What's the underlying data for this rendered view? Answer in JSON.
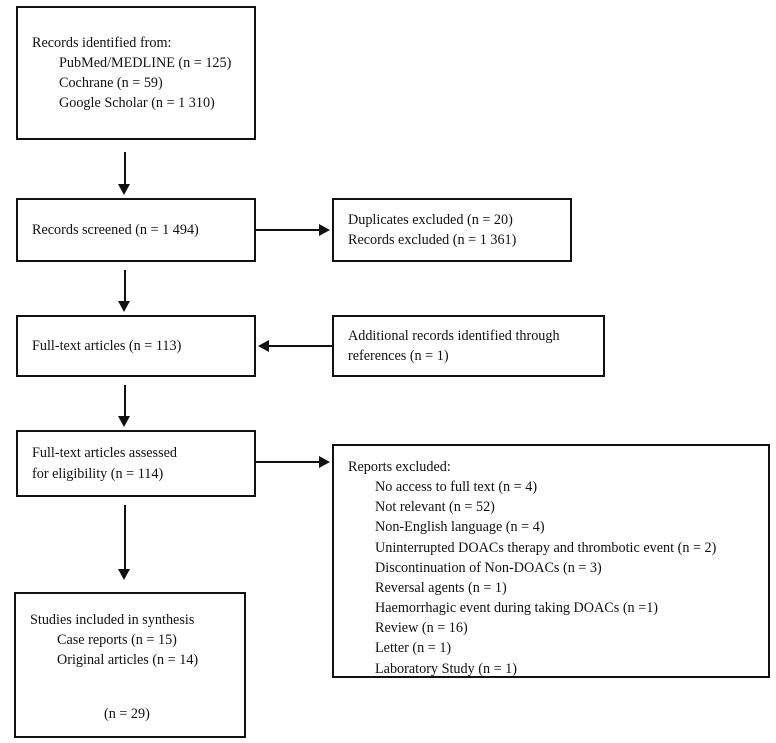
{
  "diagram": {
    "title": "PRISMA study selection flow diagram",
    "accent_color": "#111111",
    "background_color": "#ffffff",
    "text_color": "#101010"
  },
  "boxes": {
    "identification": {
      "name": "records-identified",
      "lines": [
        "Records identified from:",
        "PubMed/MEDLINE (n = 125)",
        "Cochrane (n = 59)",
        "Google Scholar (n = 1 310)"
      ]
    },
    "screened": {
      "name": "records-screened",
      "lines": [
        "Records screened (n = 1 494)"
      ]
    },
    "excluded_screening": {
      "name": "records-excluded",
      "lines": [
        "Duplicates excluded (n = 20)",
        "Records excluded (n = 1 361)"
      ]
    },
    "fulltext": {
      "name": "full-text-articles",
      "lines": [
        "Full-text articles (n = 113)"
      ]
    },
    "additional": {
      "name": "additional-records",
      "lines": [
        "Additional records identified through",
        "references (n = 1)"
      ]
    },
    "eligibility": {
      "name": "full-text-assessed",
      "lines": [
        "Full-text articles assessed",
        "for eligibility (n = 114)"
      ]
    },
    "reports_excluded": {
      "name": "reports-excluded",
      "heading": "Reports excluded:",
      "items": [
        "No access to full text (n = 4)",
        "Not relevant (n = 52)",
        "Non-English language (n = 4)",
        "Uninterrupted DOACs therapy and thrombotic event (n = 2)",
        "Discontinuation of Non-DOACs (n = 3)",
        "Reversal agents (n = 1)",
        "Haemorrhagic event during taking DOACs (n =1)",
        "Review (n = 16)",
        "Letter (n = 1)",
        "Laboratory Study (n = 1)"
      ]
    },
    "included": {
      "name": "studies-included",
      "heading": "Studies included in synthesis",
      "items": [
        "Case reports (n = 15)",
        "Original articles (n = 14)"
      ],
      "total": "(n = 29)"
    }
  },
  "connectors": [
    {
      "name": "arrow-identification-to-screened",
      "direction": "down"
    },
    {
      "name": "arrow-screened-to-excluded",
      "direction": "right"
    },
    {
      "name": "arrow-screened-to-fulltext",
      "direction": "down"
    },
    {
      "name": "arrow-additional-to-fulltext",
      "direction": "left"
    },
    {
      "name": "arrow-fulltext-to-eligibility",
      "direction": "down"
    },
    {
      "name": "arrow-eligibility-to-reports-excluded",
      "direction": "right"
    },
    {
      "name": "arrow-eligibility-to-included",
      "direction": "down"
    }
  ]
}
